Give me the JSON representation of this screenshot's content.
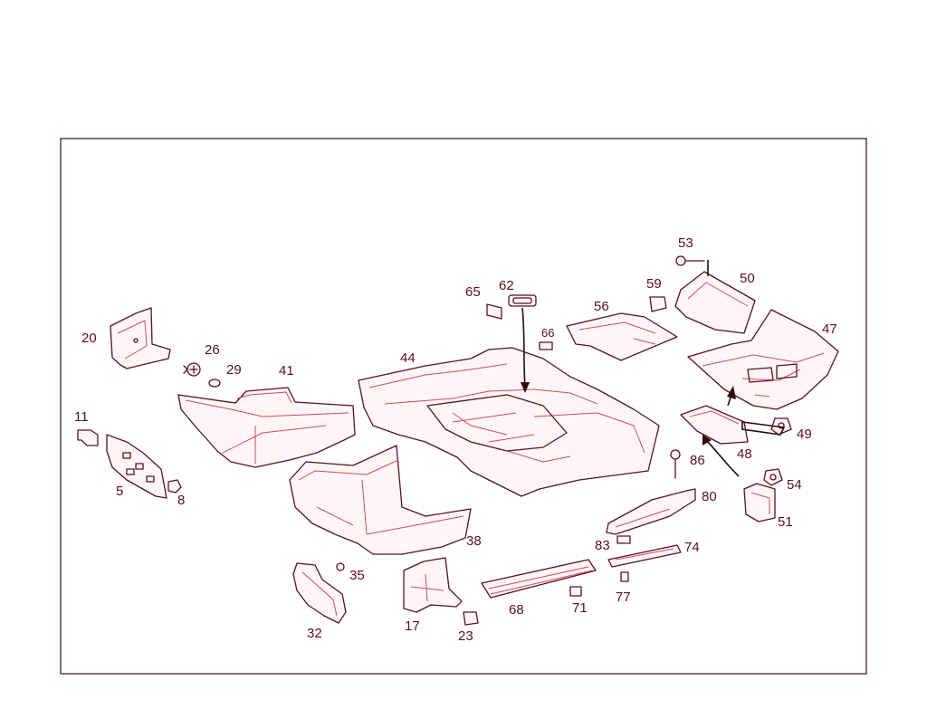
{
  "diagram": {
    "callouts": [
      "5",
      "8",
      "11",
      "17",
      "20",
      "23",
      "26",
      "29",
      "32",
      "35",
      "38",
      "41",
      "44",
      "47",
      "48",
      "49",
      "50",
      "51",
      "53",
      "54",
      "56",
      "59",
      "62",
      "65",
      "66",
      "68",
      "71",
      "74",
      "77",
      "80",
      "83",
      "86"
    ],
    "colors": {
      "line": "#5a1020",
      "accent": "#d8485e",
      "frame": "#3a0a12",
      "label": "#5a0f1c"
    }
  }
}
